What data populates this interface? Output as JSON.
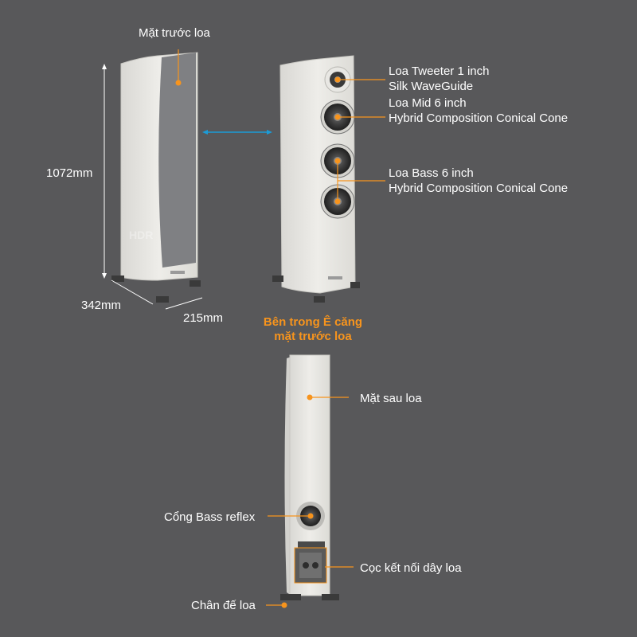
{
  "labels": {
    "front_grille": "Mặt trước loa",
    "height": "1072mm",
    "depth": "342mm",
    "width": "215mm",
    "tweeter_1": "Loa Tweeter 1 inch",
    "tweeter_2": "Silk WaveGuide",
    "mid_1": "Loa Mid 6 inch",
    "mid_2": "Hybrid Composition Conical Cone",
    "bass_1": "Loa Bass 6 inch",
    "bass_2": "Hybrid Composition Conical Cone",
    "inside_1": "Bên trong Ê căng",
    "inside_2": "mặt trước loa",
    "rear": "Mặt sau loa",
    "bass_reflex": "Cổng Bass reflex",
    "terminals": "Cọc kết nối dây loa",
    "feet": "Chân đế loa"
  },
  "colors": {
    "background": "#58585a",
    "accent": "#f7941d",
    "dimension_line": "#ffffff",
    "arrow": "#1b9cd8",
    "cabinet": "#e4e3df",
    "grille": "#7f8083"
  }
}
